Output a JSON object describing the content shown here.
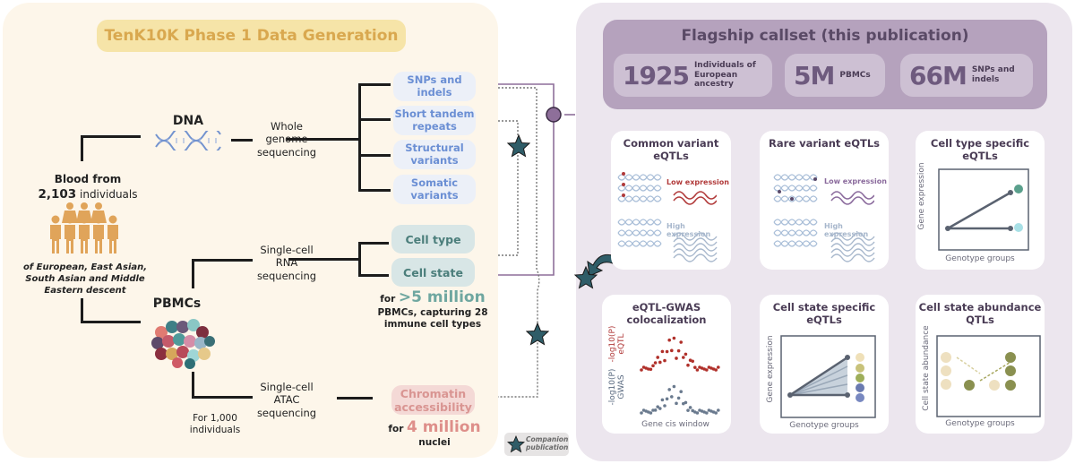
{
  "left_panel": {
    "title": "TenK10K Phase 1 Data Generation",
    "blood": {
      "line1": "Blood from",
      "count": "2,103",
      "count_suffix": " individuals",
      "descent": "of European, East Asian, South Asian and Middle Eastern descent"
    },
    "dna": {
      "label": "DNA",
      "method": "Whole genome sequencing"
    },
    "wgs_outputs": [
      "SNPs and indels",
      "Short tandem repeats",
      "Structural variants",
      "Somatic variants"
    ],
    "pbmc": {
      "label": "PBMCs"
    },
    "scrna": {
      "method": "Single-cell RNA sequencing",
      "outputs": [
        "Cell type",
        "Cell state"
      ],
      "note_prefix": "for ",
      "note_highlight": ">5 million",
      "note_suffix": "PBMCs, capturing 28 immune cell types"
    },
    "scatac": {
      "method": "Single-cell ATAC sequencing",
      "cohort": "For 1,000 individuals",
      "output": "Chromatin accessibility",
      "note_prefix": "for ",
      "note_highlight": "4 million",
      "note_suffix": " nuclei"
    }
  },
  "legend": {
    "icon": "star-icon",
    "label": "Companion publication"
  },
  "flagship": {
    "title": "Flagship callset (this publication)",
    "stats": [
      {
        "value": "1925",
        "label": "Individuals of European ancestry"
      },
      {
        "value": "5M",
        "label": "PBMCs"
      },
      {
        "value": "66M",
        "label": "SNPs and indels"
      }
    ]
  },
  "analyses": [
    {
      "title": "Common variant eQTLs",
      "low": "Low expression",
      "high": "High expression"
    },
    {
      "title": "Rare variant eQTLs",
      "low": "Low expression",
      "high": "High expression"
    },
    {
      "title": "Cell type specific eQTLs",
      "ylabel": "Gene expression",
      "xlabel": "Genotype groups"
    },
    {
      "title": "eQTL-GWAS colocalization",
      "ylabel_top": "-log10(P) eQTL",
      "ylabel_bottom": "-log10(P) GWAS",
      "xlabel": "Gene cis window"
    },
    {
      "title": "Cell state specific eQTLs",
      "ylabel": "Gene expression",
      "xlabel": "Genotype groups"
    },
    {
      "title": "Cell state abundance QTLs",
      "ylabel": "Cell state abundance",
      "xlabel": "Genotype groups"
    }
  ],
  "colors": {
    "left_bg": "#fdf6ea",
    "right_bg": "#ece6ee",
    "flagship": "#b5a2bd",
    "star": "#2f5d68",
    "connector": "#8e6f9a"
  }
}
